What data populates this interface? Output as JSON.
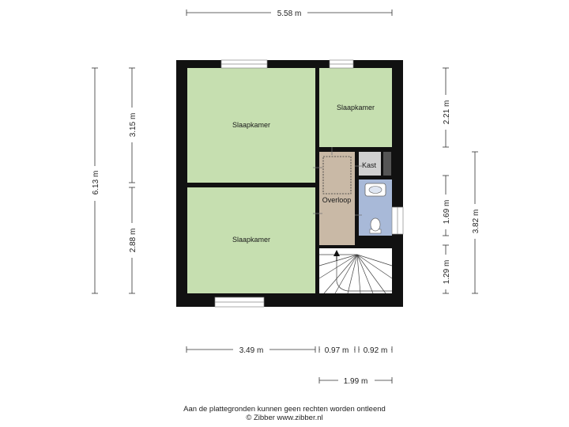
{
  "rooms": {
    "bedroom_1": "Slaapkamer",
    "bedroom_2": "Slaapkamer",
    "bedroom_3": "Slaapkamer",
    "closet": "Kast",
    "landing": "Overloop"
  },
  "dimensions": {
    "top_total": "5.58 m",
    "left_total": "6.13 m",
    "left_upper": "3.15 m",
    "left_lower": "2.88 m",
    "right_upper": "2.21 m",
    "right_middle": "1.69 m",
    "right_lower": "1.29 m",
    "right_total": "3.82 m",
    "bottom_a": "3.49 m",
    "bottom_b": "0.97 m",
    "bottom_c": "0.92 m",
    "bottom_total": "1.99 m"
  },
  "footer": {
    "disclaimer": "Aan de plattegronden kunnen geen rechten worden ontleend",
    "credit": "© Zibber www.zibber.nl"
  },
  "colors": {
    "wall": "#111111",
    "bedroom": "#c6dfb0",
    "landing": "#c9b9a6",
    "bathroom": "#a8b9d8",
    "closet": "#d0d0d0",
    "stairs": "#ffffff"
  }
}
